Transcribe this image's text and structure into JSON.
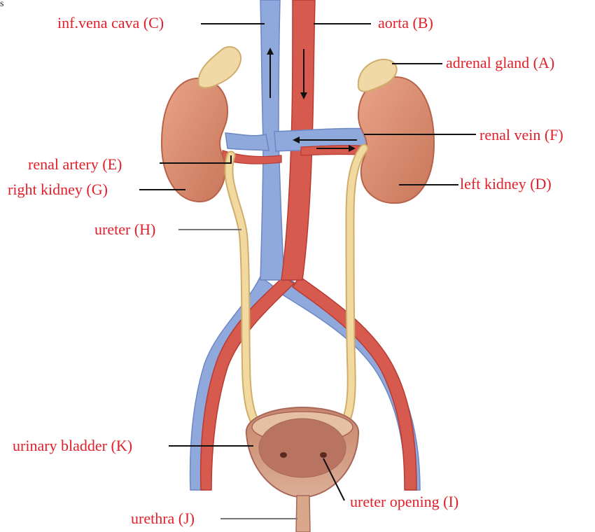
{
  "corner_glyph": "s",
  "colors": {
    "label": "#e0202a",
    "leader": "#111111",
    "artery": "#d65a4e",
    "artery_dark": "#b83b33",
    "vein": "#8fa9dd",
    "vein_dark": "#6d86c4",
    "kidney": "#d9896a",
    "kidney_dark": "#b8624a",
    "ureter": "#f1d9a0",
    "ureter_dark": "#cfae6c",
    "adrenal": "#f0d9a6",
    "bladder": "#c98f74",
    "bladder_inner": "#a8675a"
  },
  "labels": {
    "adrenal_gland": "adrenal gland (A)",
    "aorta": "aorta (B)",
    "vena_cava": "inf.vena cava (C)",
    "left_kidney": "left kidney (D)",
    "renal_artery": "renal artery (E)",
    "renal_vein": "renal vein (F)",
    "right_kidney": "right kidney (G)",
    "ureter": "ureter (H)",
    "ureter_opening": "ureter opening (I)",
    "urethra": "urethra (J)",
    "urinary_bladder": "urinary bladder (K)"
  }
}
